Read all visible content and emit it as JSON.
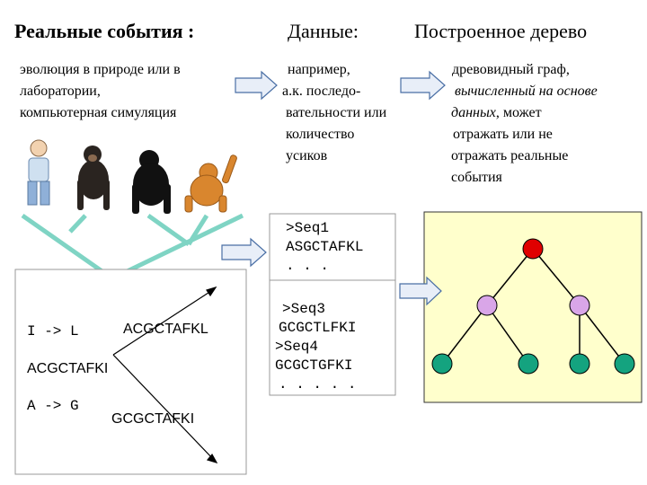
{
  "headers": {
    "real_events": "Реальные события :",
    "data": "Данные:",
    "built_tree": "Построенное дерево"
  },
  "real_events_text": [
    "эволюция в природе или  в",
    "лаборатории,",
    "компьютерная симуляция"
  ],
  "data_text": [
    "например,",
    "а.к. последо-",
    "вательности  или",
    "количество",
    "усиков"
  ],
  "tree_text": {
    "line1": "древовидный граф,",
    "line2": "вычисленный на основе",
    "line3_italic": "данных",
    "line3_rest": ",   может",
    "line4": "отражать  или   не",
    "line5": "отражать реальные",
    "line6": "события"
  },
  "seq_box1": [
    ">Seq1",
    "ASGCTAFKL",
    ". . ."
  ],
  "seq_box2": [
    ">Seq3",
    "GCGCTLFKI",
    ">Seq4",
    "GCGCTGFKI",
    ". . . . ."
  ],
  "evolution_box": {
    "mutation1": "I -> L",
    "mutation2": "A -> G",
    "seq_left": "ACGCTAFKI",
    "seq_top": "ACGCTAFKL",
    "seq_bottom": "GCGCTAFKI"
  },
  "colors": {
    "arrow_fill": "#e8eef8",
    "arrow_stroke": "#4a6fa5",
    "tree_teal": "#7fd4c4",
    "panel_bg": "#ffffcc",
    "root_node": "#e00000",
    "mid_node": "#d9a6e8",
    "leaf_node": "#14a37f"
  }
}
